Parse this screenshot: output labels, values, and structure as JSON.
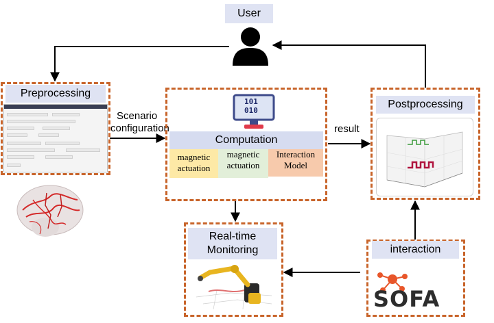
{
  "nodes": {
    "user": "User",
    "preprocessing": "Preprocessing",
    "computation": "Computation",
    "postprocessing": "Postprocessing",
    "realtime_line1": "Real-time",
    "realtime_line2": "Monitoring",
    "interaction": "interaction"
  },
  "computation_cells": [
    {
      "line1": "magnetic",
      "line2": "actuation",
      "color": "#fde9a6"
    },
    {
      "line1": "magnetic",
      "line2": "actuation",
      "color": "#e2efd9"
    },
    {
      "line1": "Interaction",
      "line2": "Model",
      "color": "#f7caac"
    }
  ],
  "edges": {
    "scenario_line1": "Scenario",
    "scenario_line2": "configuration",
    "result": "result"
  },
  "computer_icon": {
    "line1": "101",
    "line2": "010"
  },
  "logo": {
    "text": "SOFA"
  },
  "colors": {
    "box_border": "#c8642a",
    "label_bg": "#dfe3f3",
    "computation_label_bg": "#d6dcf0"
  }
}
